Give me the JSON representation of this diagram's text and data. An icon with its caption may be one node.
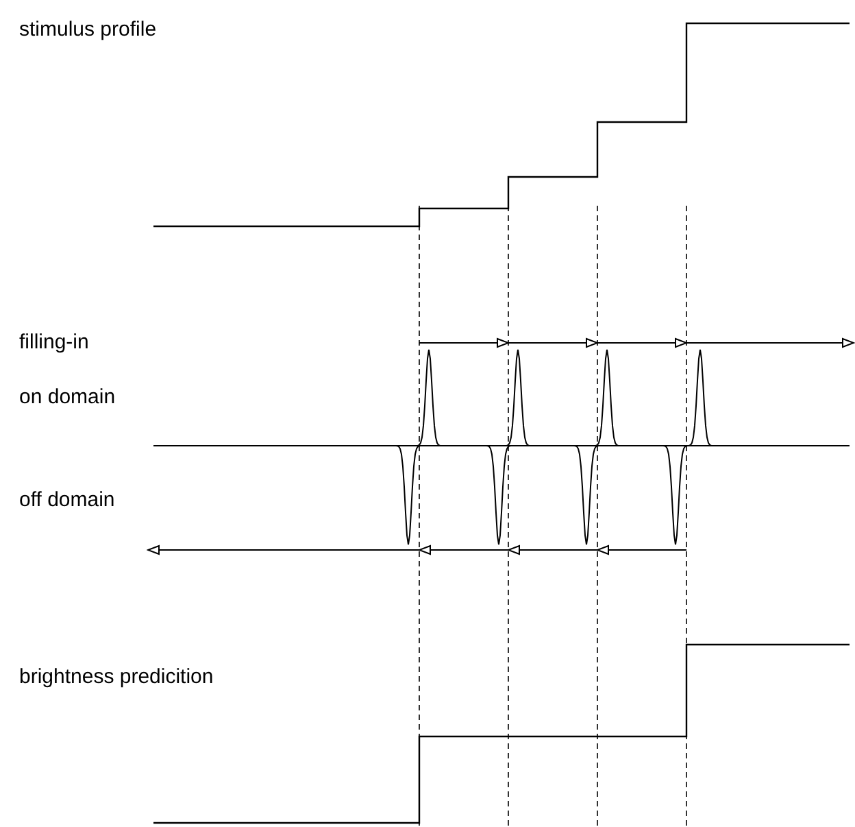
{
  "diagram": {
    "labels": [
      "stimulus profile",
      "filling-in",
      "on domain",
      "off domain",
      "brightness predicition"
    ]
  }
}
